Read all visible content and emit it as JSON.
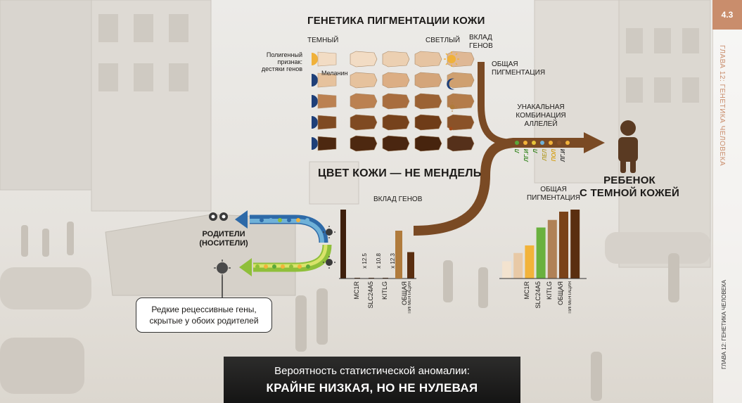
{
  "page_number": "4.3",
  "chapter_label": "ГЛАВА 12: ГЕНЕТИКА ЧЕЛОВЕКА",
  "title": "ГЕНЕТИКА ПИГМЕНТАЦИИ КОЖИ",
  "dark_label": "ТЕМНЫЙ",
  "light_label": "СВЕТЛЫЙ",
  "contribution_top": "ВКЛАД\nГЕНОВ",
  "polygenic_label": "Полигенный\nпризнак:\nдестяки генов",
  "melanin_label": "Меланин",
  "not_mendel": "ЦВЕТ КОЖИ — НЕ МЕНДЕЛЬ",
  "total_pigment_top": "ОБЩАЯ\nПИГМЕНТАЦИЯ",
  "unique_combo": "УНАКАЛЬНАЯ\nКОМБИНАЦИЯ\nАЛЛЕЛЕЙ",
  "allele_labels": [
    "Л",
    "ЛГ.И",
    "Л",
    "ЛЕЛ",
    "ПОЛ",
    "ЛГ.И"
  ],
  "child_label": "РЕБЕНОК\nС ТЕМНОЙ КОЖЕЙ",
  "parents_label": "РОДИТЕЛИ\n(НОСИТЕЛИ)",
  "rare_genes": "Редкие рецессивные гены,\nскрытые у обоих родителей",
  "banner_line1": "Вероятность статистической аномалии:",
  "banner_line2": "КРАЙНЕ НИЗКАЯ, НО НЕ НУЛЕВАЯ",
  "colors": {
    "dark_brown": "#5a3116",
    "mid_brown": "#8f5a2c",
    "light_tan": "#e2c3a2",
    "pale_tan": "#f0dcc4",
    "sun": "#f0b13a",
    "moon_blue": "#1e3f78",
    "accent_orange": "#c98d6c"
  },
  "chart_data": [
    {
      "type": "bar",
      "title": "ВКЛАД ГЕНОВ",
      "categories": [
        "",
        "MC1R",
        "SLC24A5",
        "KITLG",
        "ОБЩАЯ ПИГМЕНТАЦИЯ"
      ],
      "values": [
        4.7,
        0.05,
        0.05,
        0.05,
        1.8
      ],
      "annotations": [
        "",
        "x 12.5",
        "x 10.8",
        "x 12.3",
        ""
      ]
    },
    {
      "type": "bar",
      "title": "ОБЩАЯ ПИГМЕНТАЦИЯ",
      "categories": [
        "",
        "MC1R",
        "SLC24A5",
        "KITLG",
        "ОБЩАЯ",
        "ПИГМЕНТАЦИЯ"
      ],
      "values": [
        25,
        37,
        48,
        74,
        85,
        97,
        100
      ],
      "colors": [
        "#f3e3cf",
        "#e8c9a6",
        "#f2b33a",
        "#6ab13e",
        "#b08156",
        "#7a4218",
        "#5a2e10"
      ]
    }
  ]
}
